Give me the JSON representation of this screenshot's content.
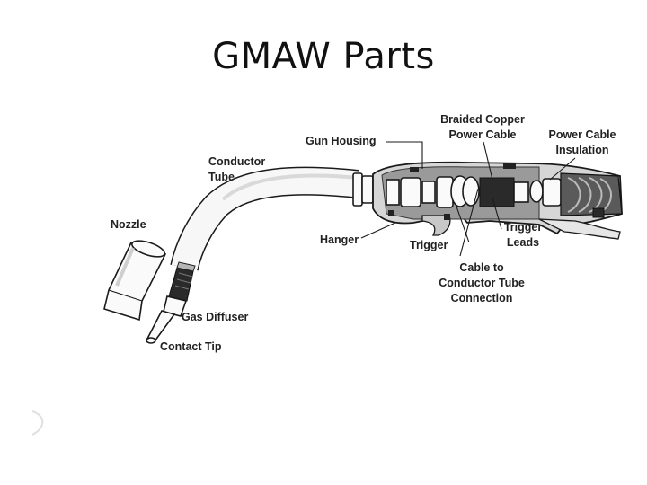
{
  "slide": {
    "title": "GMAW Parts"
  },
  "labels": {
    "braided_copper_1": "Braided Copper",
    "braided_copper_2": "Power Cable",
    "gun_housing": "Gun Housing",
    "insulation_1": "Power Cable",
    "insulation_2": "Insulation",
    "conductor_1": "Conductor",
    "conductor_2": "Tube",
    "nozzle": "Nozzle",
    "hanger": "Hanger",
    "trigger": "Trigger",
    "trigger_leads_1": "Trigger",
    "trigger_leads_2": "Leads",
    "cable_conn_1": "Cable to",
    "cable_conn_2": "Conductor Tube",
    "cable_conn_3": "Connection",
    "gas_diffuser": "Gas Diffuser",
    "contact_tip": "Contact Tip"
  }
}
